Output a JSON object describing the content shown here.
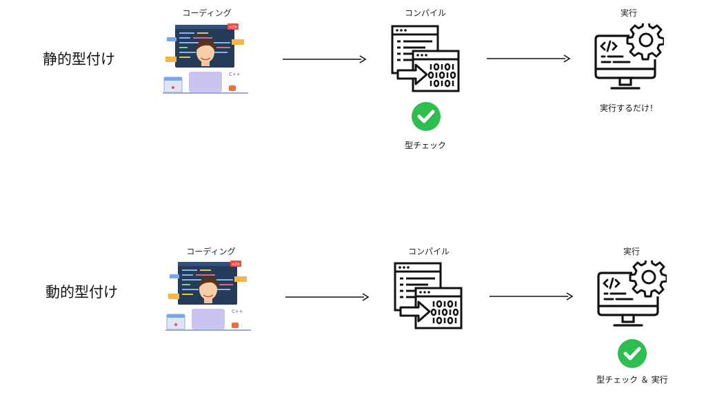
{
  "colors": {
    "check_green": "#2ebd4f",
    "ink": "#111111",
    "screen_navy": "#243b5a",
    "shirt_orange": "#f26b3a",
    "laptop_lilac": "#c9c4f0"
  },
  "rows": [
    {
      "title": "静的型付け",
      "stages": [
        {
          "label": "コーディング",
          "icon": "programmer-illustration"
        },
        {
          "label": "コンパイル",
          "icon": "compile-icon",
          "note": "型チェック",
          "note_icon": "check-icon"
        },
        {
          "label": "実行",
          "icon": "execute-monitor-gear-icon",
          "note": "実行するだけ！"
        }
      ]
    },
    {
      "title": "動的型付け",
      "stages": [
        {
          "label": "コーディング",
          "icon": "programmer-illustration"
        },
        {
          "label": "コンパイル",
          "icon": "compile-icon"
        },
        {
          "label": "実行",
          "icon": "execute-monitor-gear-icon",
          "note": "型チェック ＆ 実行",
          "note_icon": "check-icon"
        }
      ]
    }
  ],
  "illustration_text": {
    "cpp": "C++",
    "tag": "</>"
  }
}
